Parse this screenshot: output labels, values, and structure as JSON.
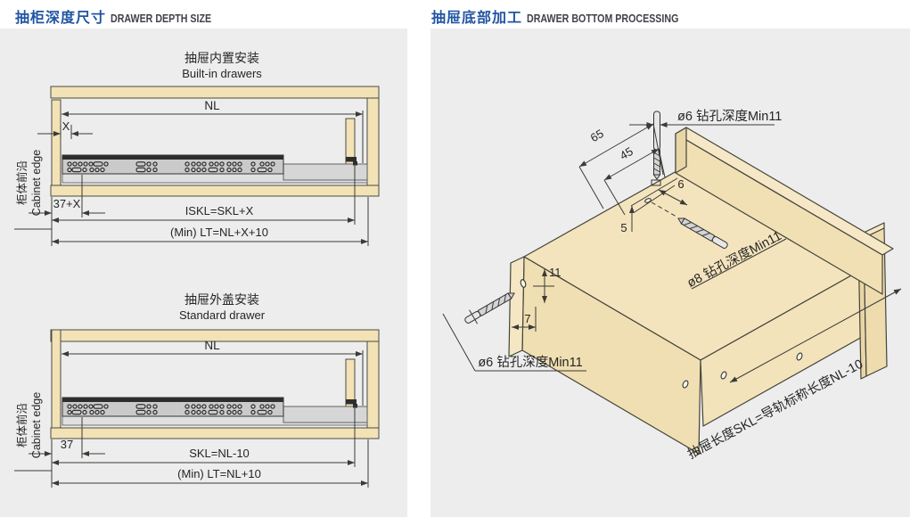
{
  "header": {
    "left_zh": "抽柜深度尺寸",
    "left_en": "DRAWER DEPTH SIZE",
    "right_zh": "抽屉底部加工",
    "right_en": "DRAWER BOTTOM PROCESSING"
  },
  "d1": {
    "title_zh": "抽屉内置安装",
    "title_en": "Built-in drawers",
    "nl": "NL",
    "x": "X",
    "off": "37+X",
    "skl": "ISKL=SKL+X",
    "lt": "(Min) LT=NL+X+10",
    "edge_zh": "柜体前沿",
    "edge_en": "Cabinet edge"
  },
  "d2": {
    "title_zh": "抽屉外盖安装",
    "title_en": "Standard drawer",
    "nl": "NL",
    "off": "37",
    "skl": "SKL=NL-10",
    "lt": "(Min) LT=NL+10",
    "edge_zh": "柜体前沿",
    "edge_en": "Cabinet edge"
  },
  "rp": {
    "drill_top_label": "ø6 钻孔深度Min11",
    "drill_mid_label": "ø8 钻孔深度Min11",
    "drill_left_label": "ø6 钻孔深度Min11",
    "length_note": "抽屉长度SKL=导轨标称长度NL-10",
    "n65": "65",
    "n45": "45",
    "n6": "6",
    "n5": "5",
    "n11": "11",
    "n7": "7"
  },
  "colors": {
    "accent": "#2155a3",
    "panel_bg": "#ededed",
    "wood": "#f2e2b5",
    "line": "#3a3a38",
    "rail_gray": "#cacaca"
  }
}
